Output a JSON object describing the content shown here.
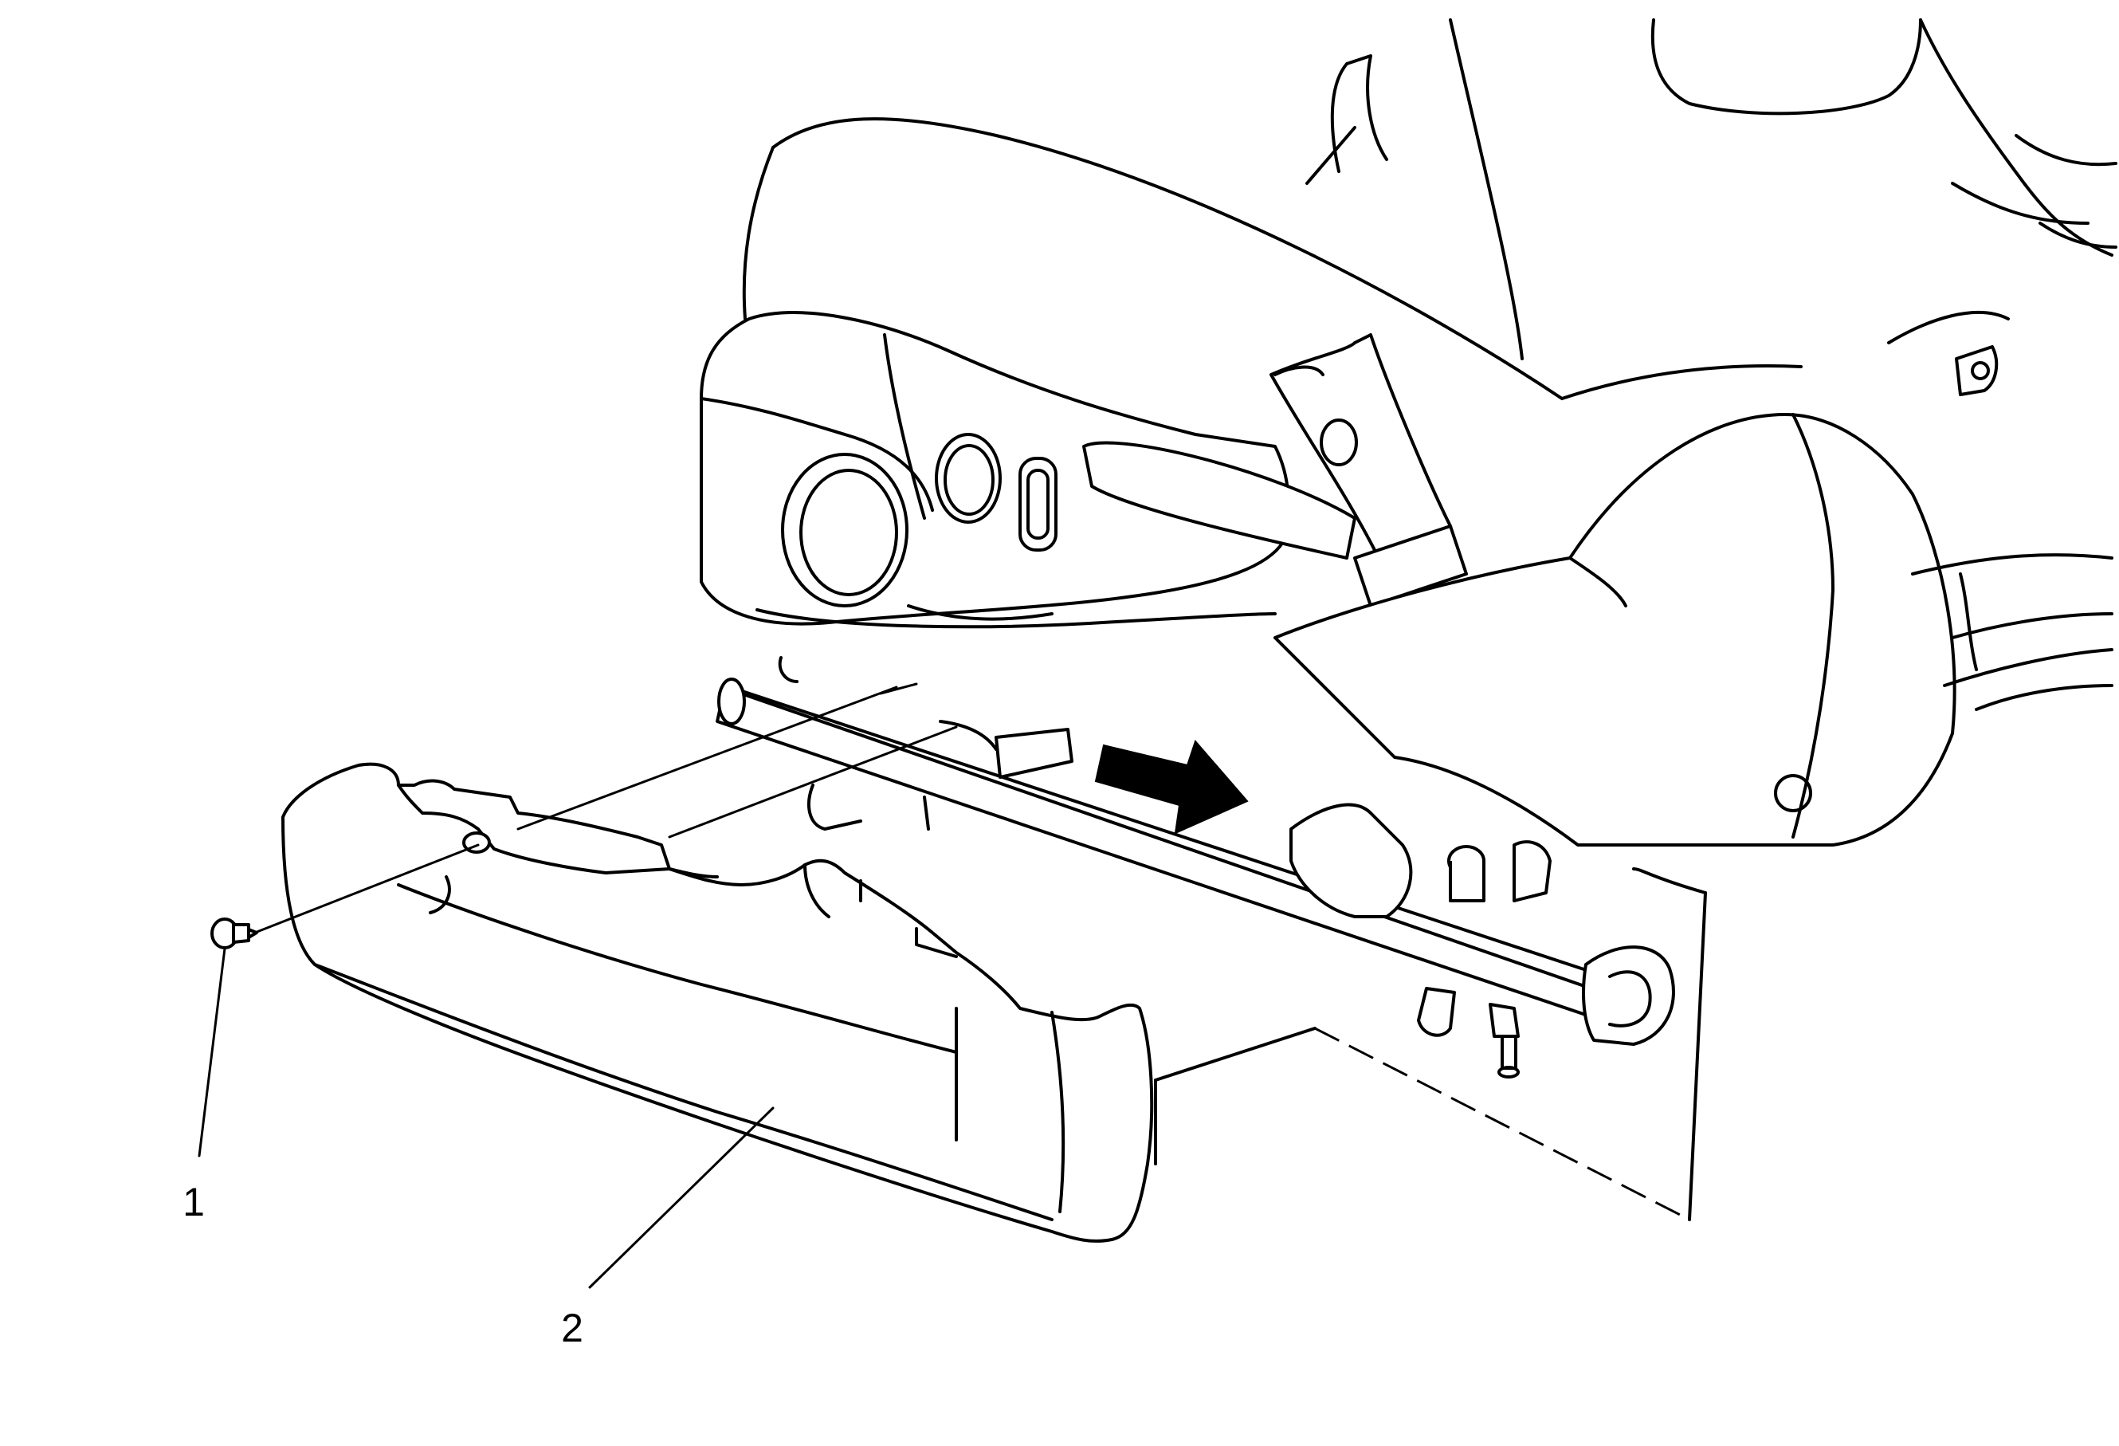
{
  "callouts": {
    "one": "1",
    "two": "2"
  },
  "arrow": {
    "direction": "right",
    "color": "#000000"
  },
  "colors": {
    "line": "#000000",
    "background": "#ffffff"
  }
}
